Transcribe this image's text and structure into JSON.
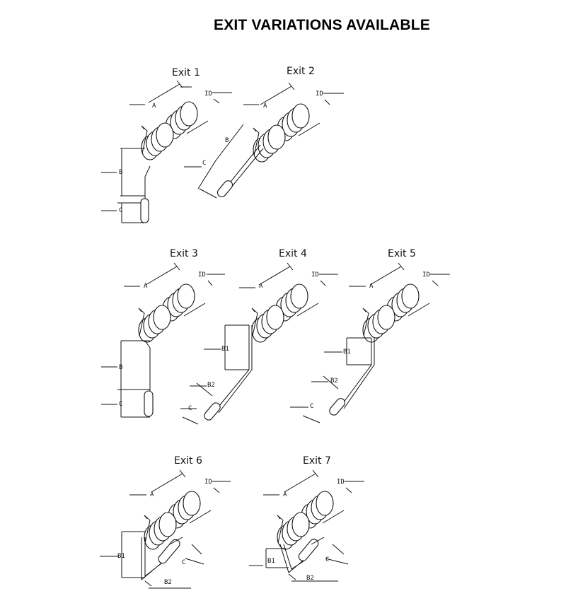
{
  "title": "EXIT VARIATIONS AVAILABLE",
  "exits": [
    {
      "id": "exit-1",
      "title": "Exit 1",
      "labels": {
        "a": "A",
        "id": "ID",
        "b": "B",
        "c": "C"
      }
    },
    {
      "id": "exit-2",
      "title": "Exit 2",
      "labels": {
        "a": "A",
        "id": "ID",
        "b": "B",
        "c": "C"
      }
    },
    {
      "id": "exit-3",
      "title": "Exit 3",
      "labels": {
        "a": "A",
        "id": "ID",
        "b": "B",
        "c": "C"
      }
    },
    {
      "id": "exit-4",
      "title": "Exit 4",
      "labels": {
        "a": "A",
        "id": "ID",
        "b1": "B1",
        "b2": "B2",
        "c": "C"
      }
    },
    {
      "id": "exit-5",
      "title": "Exit 5",
      "labels": {
        "a": "A",
        "id": "ID",
        "b1": "B1",
        "b2": "B2",
        "c": "C"
      }
    },
    {
      "id": "exit-6",
      "title": "Exit 6",
      "labels": {
        "a": "A",
        "id": "ID",
        "b1": "B1",
        "b2": "B2",
        "c": "C"
      }
    },
    {
      "id": "exit-7",
      "title": "Exit 7",
      "labels": {
        "a": "A",
        "id": "ID",
        "b1": "B1",
        "b2": "B2",
        "c": "C"
      }
    }
  ]
}
